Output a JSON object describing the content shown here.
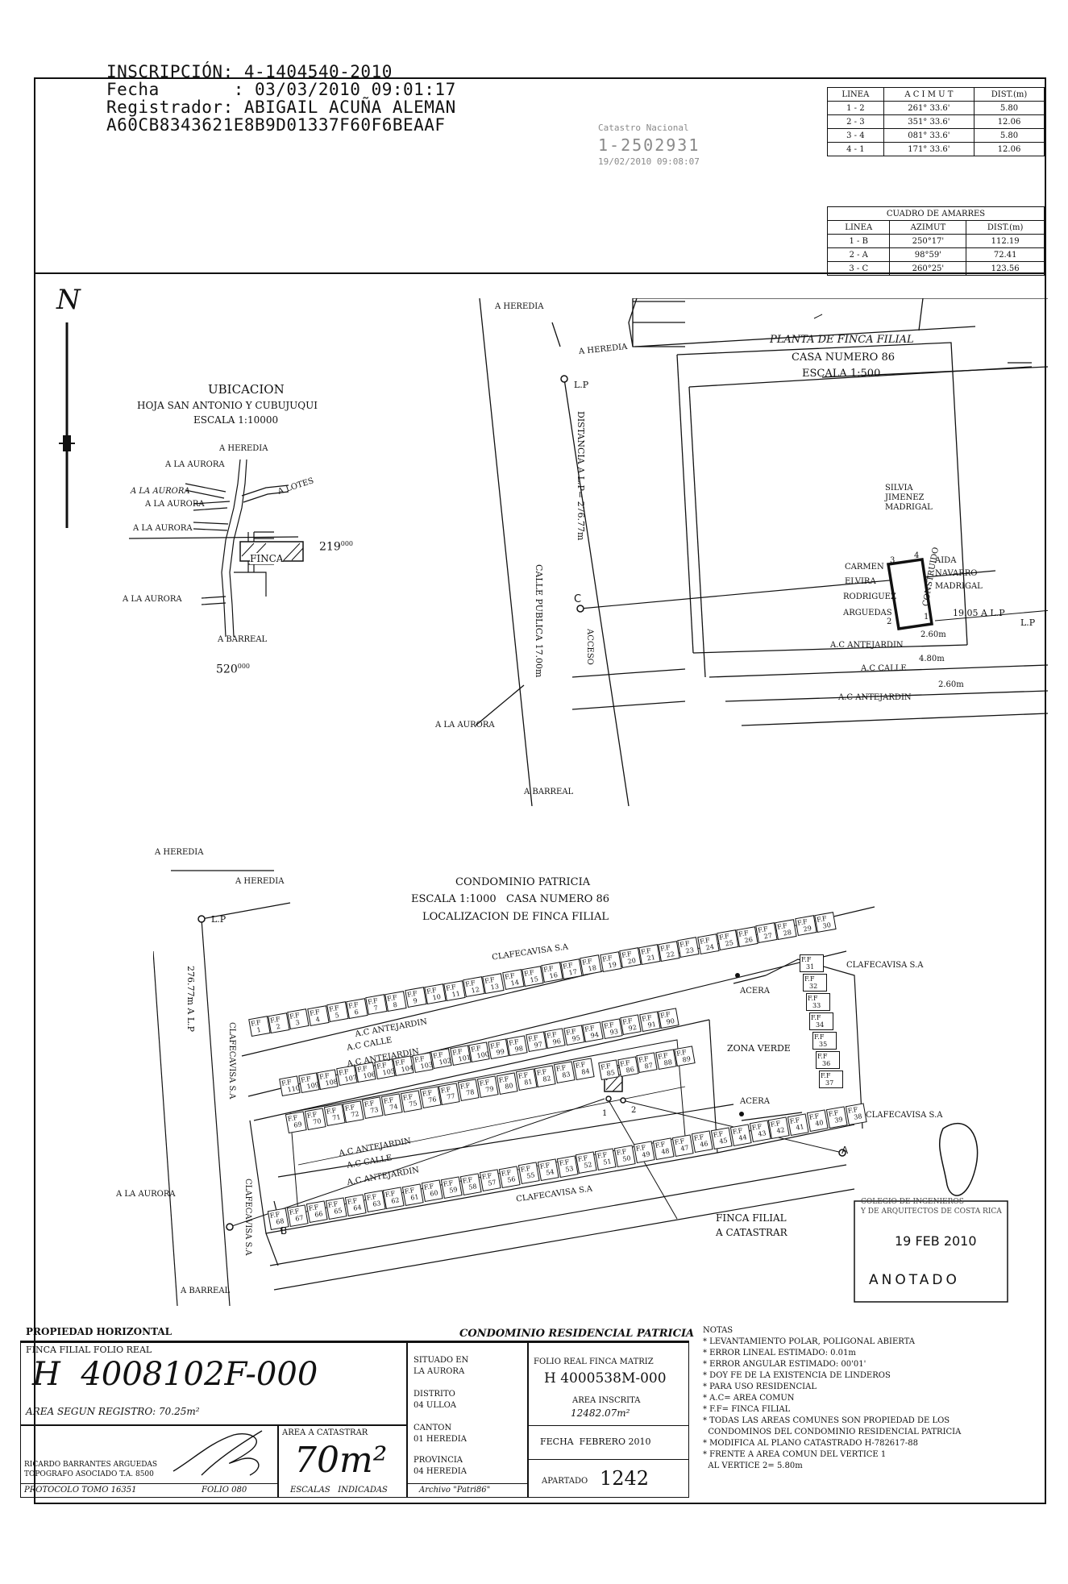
{
  "header": {
    "inscripcion": "INSCRIPCIÓN: 4-1404540-2010",
    "fecha": "Fecha       : 03/03/2010 09:01:17",
    "registrador": "Registrador: ABIGAIL ACUÑA ALEMAN",
    "hash": "A60CB8343621E8B9D01337F60F6BEAAF"
  },
  "catastro_stamp": {
    "title": "Catastro Nacional",
    "number": "1-2502931",
    "date": "19/02/2010 09:08:07"
  },
  "azimut_table": {
    "headers": [
      "LINEA",
      "A C I M U T",
      "DIST.(m)"
    ],
    "rows": [
      [
        "1 - 2",
        "261° 33.6'",
        "5.80"
      ],
      [
        "2 - 3",
        "351° 33.6'",
        "12.06"
      ],
      [
        "3 - 4",
        "081° 33.6'",
        "5.80"
      ],
      [
        "4 - 1",
        "171° 33.6'",
        "12.06"
      ]
    ]
  },
  "amarres_table": {
    "title": "CUADRO DE AMARRES",
    "headers": [
      "LINEA",
      "AZIMUT",
      "DIST.(m)"
    ],
    "rows": [
      [
        "1 - B",
        "250°17'",
        "112.19"
      ],
      [
        "2 - A",
        "98°59'",
        "72.41"
      ],
      [
        "3 - C",
        "260°25'",
        "123.56"
      ]
    ]
  },
  "north": "N",
  "ubicacion": {
    "title": "UBICACION",
    "subtitle": "HOJA SAN ANTONIO Y CUBUJUQUI",
    "scale": "ESCALA 1:10000",
    "labels": {
      "heredia": "A HEREDIA",
      "aurora1": "A LA AURORA",
      "aurora2": "A LA AURORA",
      "aurora3": "A LA AURORA",
      "aurora4": "A LA AURORA",
      "aurora5": "A LA AURORA",
      "lotes": "A LOTES",
      "finca": "FINCA",
      "barreal": "A BARREAL",
      "coord_y": "219",
      "coord_y_sup": "000",
      "coord_x": "520",
      "coord_x_sup": "000"
    }
  },
  "planta": {
    "title": "PLANTA DE FINCA FILIAL",
    "subtitle": "CASA NUMERO 86",
    "scale": "ESCALA 1:500",
    "labels": {
      "heredia_top": "A HEREDIA",
      "heredia_arrow": "A HEREDIA",
      "lp_top": "L.P",
      "distancia": "DISTANCIA A L.P= 276.77m",
      "calle_publica": "CALLE PUBLICA 17.00m",
      "acceso": "ACCESO",
      "point_c": "C",
      "aurora": "A LA AURORA",
      "barreal": "A BARREAL",
      "silvia1": "SILVIA",
      "silvia2": "JIMENEZ",
      "silvia3": "MADRIGAL",
      "carmen1": "CARMEN",
      "carmen2": "ELVIRA",
      "carmen3": "RODRIGUEZ",
      "carmen4": "ARGUEDAS",
      "aida1": "AIDA",
      "aida2": "NAVARRO",
      "aida3": "MADRIGAL",
      "construido": "CONSTRUIDO",
      "dist_lp": "19.05 A L.P",
      "lp_right": "L.P",
      "ac_antejardin1": "A.C ANTEJARDIN",
      "ac_antejardin1_w": "2.60m",
      "ac_calle": "A.C CALLE",
      "ac_calle_w": "4.80m",
      "ac_antejardin2": "A.C ANTEJARDIN",
      "ac_antejardin2_w": "2.60m",
      "v1": "1",
      "v2": "2",
      "v3": "3",
      "v4": "4"
    }
  },
  "condominio": {
    "title": "CONDOMINIO PATRICIA",
    "subtitle": "ESCALA 1:1000   CASA NUMERO 86",
    "subtitle2": "LOCALIZACION DE FINCA FILIAL",
    "labels": {
      "heredia_top": "A HEREDIA",
      "heredia_arrow": "A HEREDIA",
      "lp": "L.P",
      "dist": "276.77m A L.P",
      "clafecavisa_top": "CLAFECAVISA S.A",
      "clafecavisa_right1": "CLAFECAVISA S.A",
      "clafecavisa_right2": "CLAFECAVISA S.A",
      "clafecavisa_left": "CLAFECAVISA S.A",
      "clafecavisa_left2": "CLAFECAVISA S.A",
      "clafecavisa_bottom": "CLAFECAVISA S.A",
      "ac_antejardin_a": "A.C ANTEJARDIN",
      "ac_calle_a": "A.C CALLE",
      "ac_antejardin_b": "A.C ANTEJARDIN",
      "ac_antejardin_c": "A.C ANTEJARDIN",
      "ac_calle_b": "A.C CALLE",
      "ac_antejardin_d": "A.C ANTEJARDIN",
      "acera1": "ACERA",
      "acera2": "ACERA",
      "zona_verde": "ZONA VERDE",
      "aurora": "A LA AURORA",
      "barreal": "A BARREAL",
      "point_a": "A",
      "point_b": "B",
      "p1": "1",
      "p2": "2",
      "finca_filial1": "FINCA FILIAL",
      "finca_filial2": "A CATASTRAR",
      "ff": "F.F"
    },
    "top_row": [
      "1",
      "2",
      "3",
      "4",
      "5",
      "6",
      "7",
      "8",
      "9",
      "10",
      "11",
      "12",
      "13",
      "14",
      "15",
      "16",
      "17",
      "18",
      "19",
      "20",
      "21",
      "22",
      "23",
      "24",
      "25",
      "26",
      "27",
      "28",
      "29",
      "30"
    ],
    "right_col": [
      "31",
      "32",
      "33",
      "34",
      "35",
      "36",
      "37"
    ],
    "upper_inner": [
      "110",
      "109",
      "108",
      "107",
      "106",
      "105",
      "104",
      "103",
      "102",
      "101",
      "100",
      "99",
      "98",
      "97",
      "96",
      "95",
      "94",
      "93",
      "92",
      "91",
      "90"
    ],
    "upper_inner2": [
      "85",
      "86",
      "87",
      "88",
      "89"
    ],
    "lower_inner": [
      "69",
      "70",
      "71",
      "72",
      "73",
      "74",
      "75",
      "76",
      "77",
      "78",
      "79",
      "80",
      "81",
      "82",
      "83",
      "84"
    ],
    "bottom_row": [
      "68",
      "67",
      "66",
      "65",
      "64",
      "63",
      "62",
      "61",
      "60",
      "59",
      "58",
      "57",
      "56",
      "55",
      "54",
      "53",
      "52",
      "51",
      "50",
      "49",
      "48",
      "47",
      "46",
      "45",
      "44",
      "43",
      "42",
      "41",
      "40",
      "39",
      "38"
    ]
  },
  "anotado_stamp": {
    "line1": "COLEGIO DE INGENIEROS",
    "line2": "Y DE ARQUITECTOS DE COSTA RICA",
    "date": "19 FEB 2010",
    "word": "ANOTADO"
  },
  "footer": {
    "propiedad": "PROPIEDAD HORIZONTAL",
    "condominio": "CONDOMINIO RESIDENCIAL PATRICIA",
    "folio_label": "FINCA FILIAL FOLIO REAL",
    "folio_value": "H  4008102F-000",
    "area_registro": "AREA SEGUN REGISTRO: 70.25m²",
    "topografo1": "RICARDO BARRANTES ARGUEDAS",
    "topografo2": "TOPOGRAFO ASOCIADO T.A. 8500",
    "area_catastrar_label": "AREA A CATASTRAR",
    "area_catastrar_value": "70m²",
    "protocolo": "PROTOCOLO TOMO 16351",
    "folio_num": "FOLIO 080",
    "escalas": "ESCALAS   INDICADAS",
    "situado_label": "SITUADO EN",
    "situado_value": "LA AURORA",
    "distrito_label": "DISTRITO",
    "distrito_value": "04 ULLOA",
    "canton_label": "CANTON",
    "canton_value": "01 HEREDIA",
    "provincia_label": "PROVINCIA",
    "provincia_value": "04 HEREDIA",
    "archivo": "Archivo \"Patri86\"",
    "matriz_label": "FOLIO REAL FINCA MATRIZ",
    "matriz_value": "H 4000538M-000",
    "area_inscrita_label": "AREA INSCRITA",
    "area_inscrita_value": "12482.07m²",
    "fecha": "FECHA  FEBRERO 2010",
    "apartado_label": "APARTADO",
    "apartado_value": "1242",
    "notas_title": "NOTAS",
    "notas": [
      "* LEVANTAMIENTO POLAR, POLIGONAL ABIERTA",
      "* ERROR LINEAL ESTIMADO: 0.01m",
      "* ERROR ANGULAR ESTIMADO: 00'01'",
      "* DOY FE DE LA EXISTENCIA DE LINDEROS",
      "* PARA USO RESIDENCIAL",
      "* A.C= AREA COMUN",
      "* F.F= FINCA FILIAL",
      "* TODAS LAS AREAS COMUNES SON PROPIEDAD DE LOS",
      "  CONDOMINOS DEL CONDOMINIO RESIDENCIAL PATRICIA",
      "* MODIFICA AL PLANO CATASTRADO H-782617-88",
      "* FRENTE A AREA COMUN DEL VERTICE 1",
      "  AL VERTICE 2= 5.80m"
    ]
  }
}
